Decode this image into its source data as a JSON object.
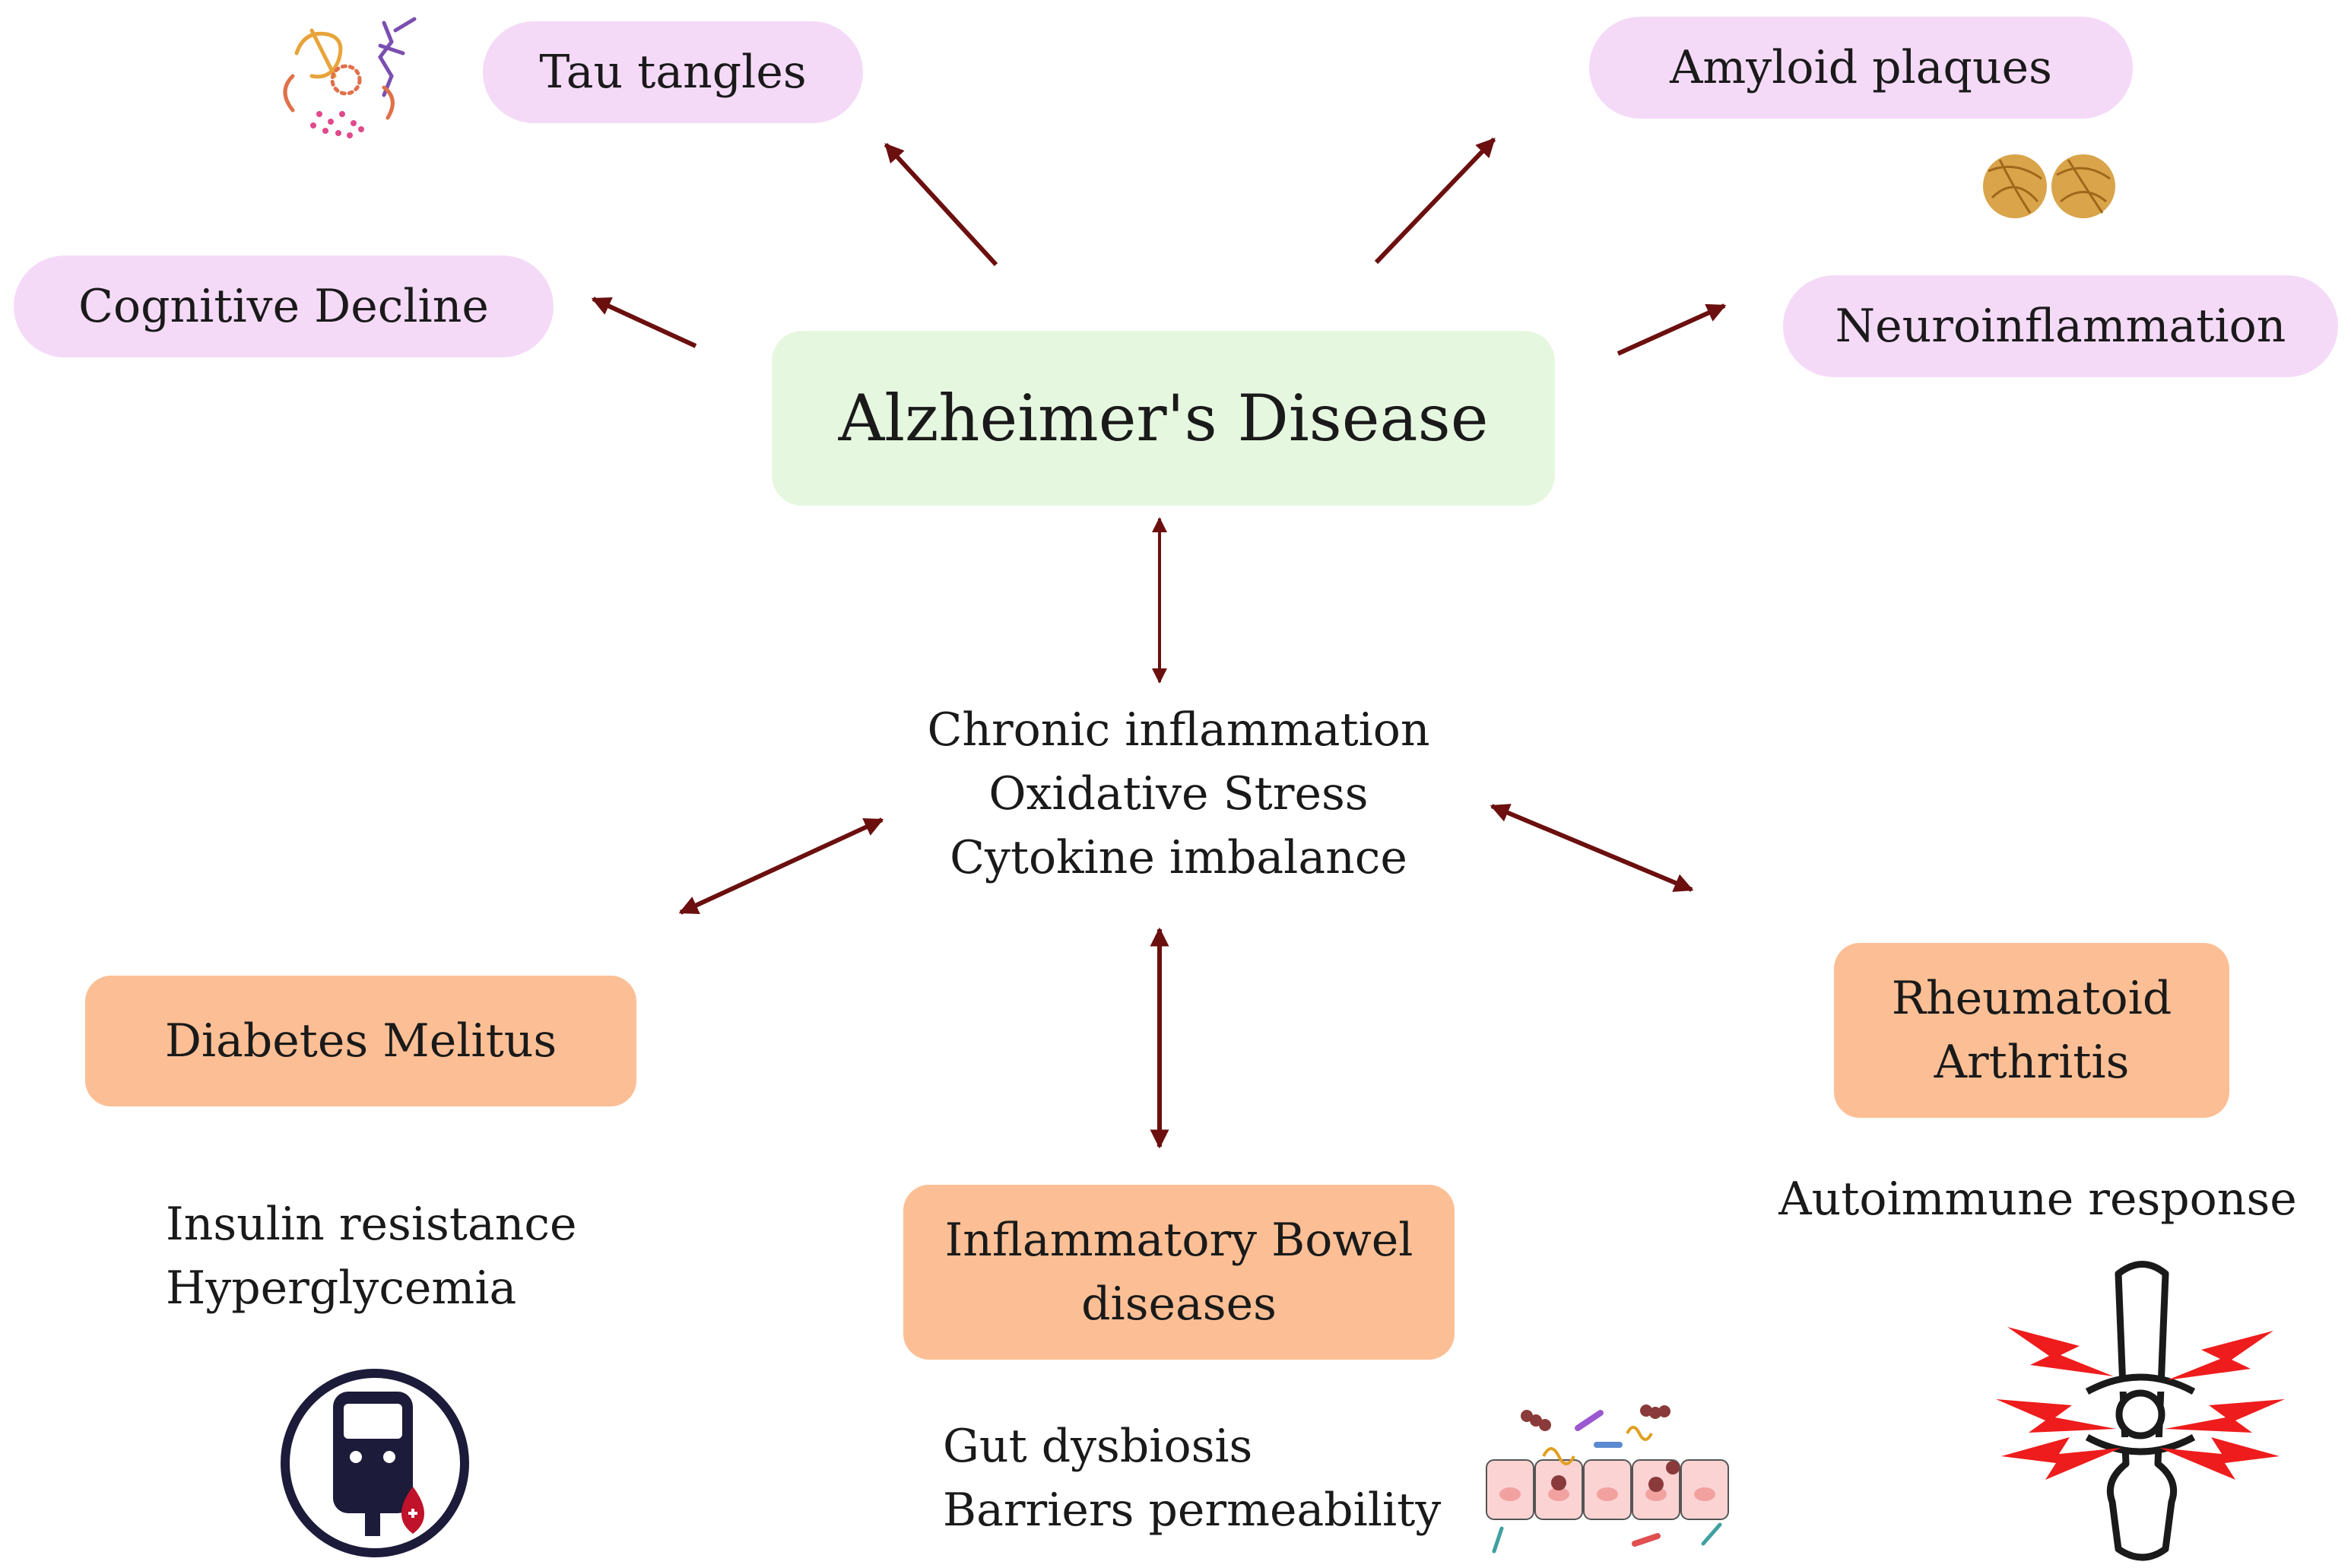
{
  "center": {
    "title": "Alzheimer's Disease"
  },
  "effects": {
    "tau": "Tau tangles",
    "amyloid": "Amyloid plaques",
    "cognitive": "Cognitive Decline",
    "neuro": "Neuroinflammation"
  },
  "mechanisms": [
    "Chronic inflammation",
    "Oxidative Stress",
    "Cytokine imbalance"
  ],
  "conditions": {
    "diabetes": {
      "label": "Diabetes Melitus",
      "features": [
        "Insulin resistance",
        "Hyperglycemia"
      ]
    },
    "ibd": {
      "label_lines": [
        "Inflammatory Bowel",
        "diseases"
      ],
      "features": [
        "Gut dysbiosis",
        "Barriers permeability"
      ]
    },
    "ra": {
      "label_lines": [
        "Rheumatoid",
        "Arthritis"
      ],
      "features": [
        "Autoimmune response"
      ]
    }
  },
  "colors": {
    "arrow": "#6b0f0f",
    "pill": "#f5daf8",
    "box": "#fcbf95",
    "center": "#e6f7e0",
    "bolt": "#ee1c1c"
  }
}
